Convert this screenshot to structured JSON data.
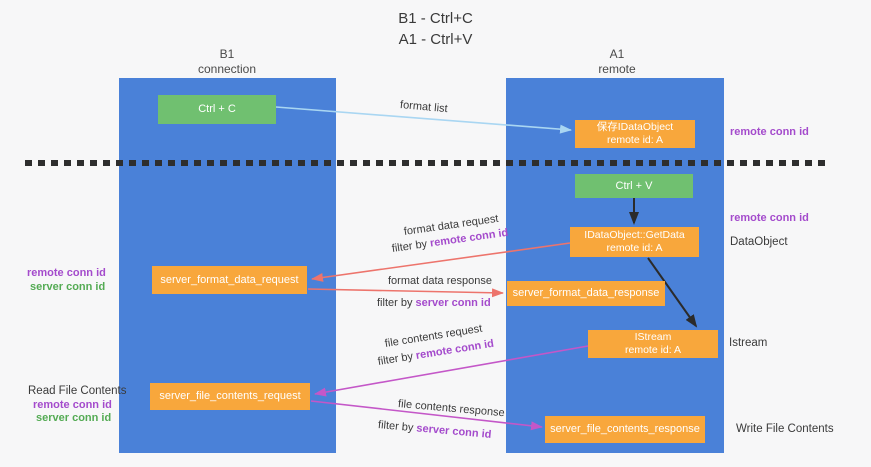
{
  "title": {
    "line1": "B1 - Ctrl+C",
    "line2": "A1 - Ctrl+V"
  },
  "lanes": {
    "left": {
      "name": "B1",
      "role": "connection"
    },
    "right": {
      "name": "A1",
      "role": "remote"
    }
  },
  "boxes": {
    "ctrl_c": "Ctrl + C",
    "ctrl_v": "Ctrl + V",
    "save_dataobject": {
      "line1": "保存IDataObject",
      "line2": "remote id: A"
    },
    "getdata": {
      "line1": "IDataObject::GetData",
      "line2": "remote id: A"
    },
    "istream": {
      "line1": "IStream",
      "line2": "remote id: A"
    },
    "format_request": "server_format_data_request",
    "format_response": "server_format_data_response",
    "file_request": "server_file_contents_request",
    "file_response": "server_file_contents_response"
  },
  "arrow_labels": {
    "format_list": "format list",
    "format_request": "format data request",
    "format_request_filter": {
      "prefix": "filter by ",
      "key": "remote conn id"
    },
    "format_response": "format data response",
    "format_response_filter": {
      "prefix": "filter by ",
      "key": "server conn id"
    },
    "file_request": "file contents request",
    "file_request_filter": {
      "prefix": "filter by ",
      "key": "remote conn id"
    },
    "file_response": "file contents response",
    "file_response_filter": {
      "prefix": "filter by ",
      "key": "server conn id"
    }
  },
  "annotations": {
    "left_format": {
      "remote": "remote conn id",
      "server": "server conn id"
    },
    "left_file": {
      "title": "Read File Contents",
      "remote": "remote conn id",
      "server": "server conn id"
    },
    "right_save": "remote conn id",
    "right_getdata": {
      "remote": "remote conn id",
      "object": "DataObject"
    },
    "right_istream": "Istream",
    "right_file": "Write File Contents"
  },
  "colors": {
    "lane_blue": "#4a81d8",
    "box_orange": "#f8a73c",
    "box_green": "#70c070",
    "arrow_light_blue": "#a9d6f2",
    "arrow_salmon": "#ed746c",
    "arrow_magenta": "#c457c8",
    "arrow_black": "#2b2b2b",
    "text_purple": "#a44bcc",
    "text_green": "#54ab54",
    "divider_dark": "#2e2e2e"
  }
}
